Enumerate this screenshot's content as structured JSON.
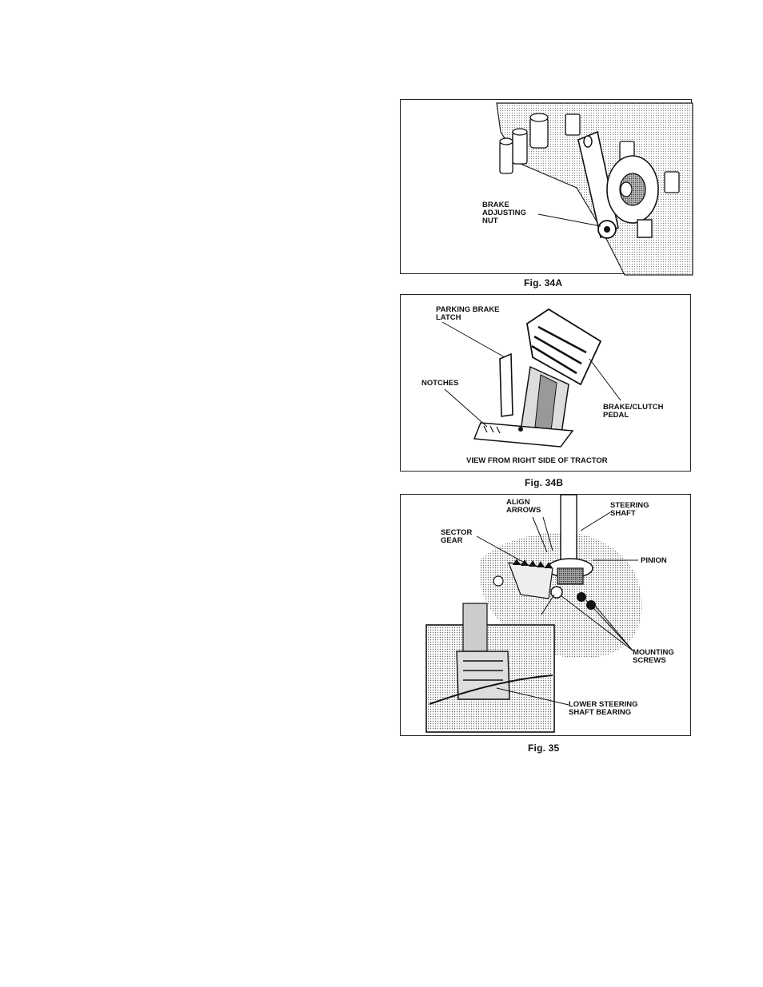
{
  "figures": [
    {
      "id": "fig34a",
      "caption": "Fig. 34A",
      "callouts": [
        {
          "key": "brake_adjusting_nut",
          "text": "BRAKE\nADJUSTING\nNUT"
        }
      ]
    },
    {
      "id": "fig34b",
      "caption": "Fig. 34B",
      "view_note": "VIEW FROM RIGHT SIDE OF TRACTOR",
      "callouts": [
        {
          "key": "parking_brake_latch",
          "text": "PARKING BRAKE\nLATCH"
        },
        {
          "key": "notches",
          "text": "NOTCHES"
        },
        {
          "key": "brake_clutch_pedal",
          "text": "BRAKE/CLUTCH\nPEDAL"
        }
      ]
    },
    {
      "id": "fig35",
      "caption": "Fig. 35",
      "callouts": [
        {
          "key": "align_arrows",
          "text": "ALIGN\nARROWS"
        },
        {
          "key": "steering_shaft",
          "text": "STEERING\nSHAFT"
        },
        {
          "key": "sector_gear",
          "text": "SECTOR\nGEAR"
        },
        {
          "key": "pinion",
          "text": "PINION"
        },
        {
          "key": "mounting_screws",
          "text": "MOUNTING\nSCREWS"
        },
        {
          "key": "lower_bearing",
          "text": "LOWER STEERING\nSHAFT BEARING"
        }
      ]
    }
  ]
}
